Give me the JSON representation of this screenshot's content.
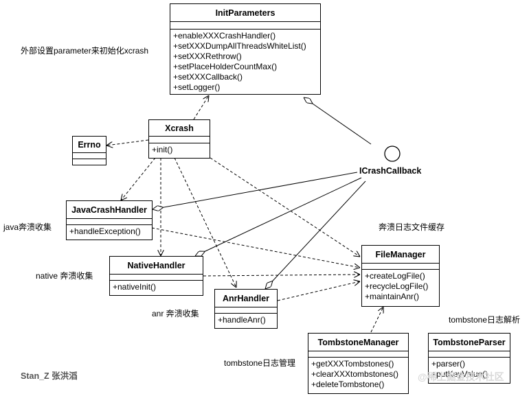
{
  "classes": {
    "init_parameters": {
      "name": "InitParameters",
      "methods": [
        "+enableXXXCrashHandler()",
        "+setXXXDumpAllThreadsWhiteList()",
        "+setXXXRethrow()",
        "+setPlaceHolderCountMax()",
        "+setXXXCallback()",
        "+setLogger()"
      ]
    },
    "xcrash": {
      "name": "Xcrash",
      "methods": [
        "+init()"
      ]
    },
    "errno": {
      "name": "Errno",
      "methods": []
    },
    "java_crash_handler": {
      "name": "JavaCrashHandler",
      "methods": [
        "+handleException()"
      ]
    },
    "native_handler": {
      "name": "NativeHandler",
      "methods": [
        "+nativeInit()"
      ]
    },
    "anr_handler": {
      "name": "AnrHandler",
      "methods": [
        "+handleAnr()"
      ]
    },
    "file_manager": {
      "name": "FileManager",
      "methods": [
        "+createLogFile()",
        "+recycleLogFile()",
        "+maintainAnr()"
      ]
    },
    "tombstone_manager": {
      "name": "TombstoneManager",
      "methods": [
        "+getXXXTombstones()",
        "+clearXXXtombstones()",
        "+deleteTombstone()"
      ]
    },
    "tombstone_parser": {
      "name": "TombstoneParser",
      "methods": [
        "+parser()",
        "+putKeyValue()"
      ]
    }
  },
  "interface": {
    "name": "ICrashCallback"
  },
  "notes": {
    "init_params": "外部设置parameter来初始化xcrash",
    "java": "java奔溃收集",
    "native": "native 奔溃收集",
    "anr": "anr 奔溃收集",
    "file_cache": "奔溃日志文件缓存",
    "tombstone_mgr": "tombstone日志管理",
    "tombstone_parse": "tombstone日志解析"
  },
  "author": "Stan_Z 张洪滔",
  "watermark": "@稀土掘金技术社区"
}
